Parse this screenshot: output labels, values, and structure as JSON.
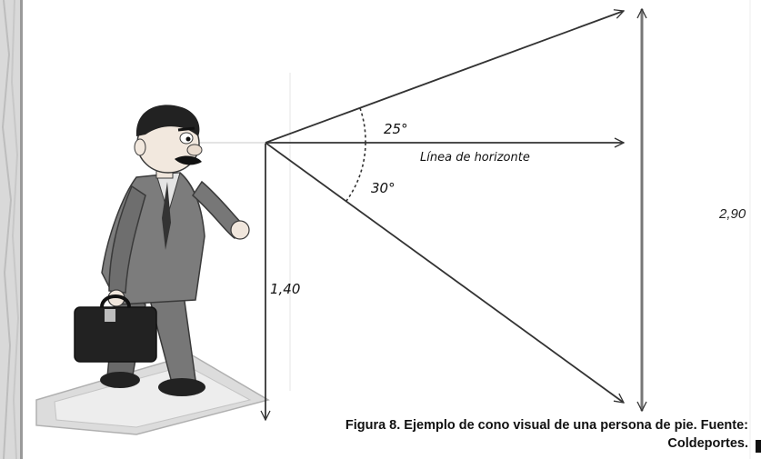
{
  "diagram": {
    "angle_up": "25°",
    "angle_down": "30°",
    "horizon_label": "Línea de horizonte",
    "eye_height": "1,40",
    "total_height": "2,90"
  },
  "caption": {
    "line1": "Figura 8. Ejemplo de cono visual de una persona de pie. Fuente:",
    "line2": "Coldeportes."
  }
}
